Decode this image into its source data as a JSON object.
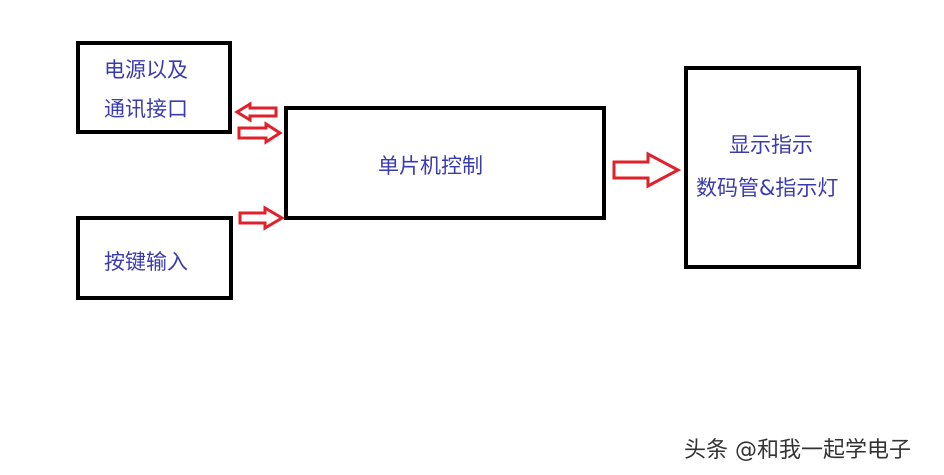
{
  "blocks": {
    "power": {
      "line1": "电源以及",
      "line2": "通讯接口"
    },
    "button": {
      "label": "按键输入"
    },
    "mcu": {
      "label": "单片机控制"
    },
    "display": {
      "line1": "显示指示",
      "line2": "数码管&指示灯"
    }
  },
  "colors": {
    "text": "#3b3bb0",
    "box_border": "#000000",
    "arrow": "#e0202a"
  },
  "watermark": "头条 @和我一起学电子"
}
